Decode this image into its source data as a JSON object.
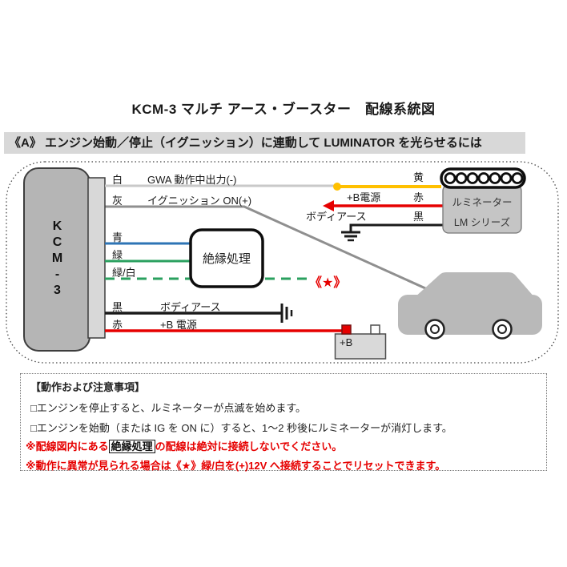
{
  "page": {
    "title": "KCM-3 マルチ アース・ブースター　配線系統図",
    "section_header": "《A》 エンジン始動／停止（イグニッション）に連動して LUMINATOR を光らせるには"
  },
  "diagram": {
    "unit_label": "KCM-3",
    "insulation_label": "絶縁処理",
    "star_mark": "《★》",
    "battery_label": "+B",
    "luminator": {
      "name": "ルミネーター",
      "series": "LM シリーズ"
    },
    "wires": {
      "white": {
        "label": "白",
        "desc": "GWA 動作中出力(-)"
      },
      "gray": {
        "label": "灰",
        "desc": "イグニッション ON(+)"
      },
      "blue": {
        "label": "青"
      },
      "green": {
        "label": "緑"
      },
      "green_white": {
        "label": "緑/白"
      },
      "black": {
        "label": "黒",
        "desc": "ボディアース"
      },
      "red": {
        "label": "赤",
        "desc": "+B 電源"
      },
      "lum_yellow": {
        "label": "黄"
      },
      "lum_red": {
        "label": "赤",
        "desc": "+B電源"
      },
      "lum_black": {
        "label": "黒",
        "desc": "ボディアース"
      }
    },
    "colors": {
      "red": "#e60000",
      "yellow": "#ffc000",
      "blue": "#2e74b5",
      "green": "#2aa05f",
      "gray": "#8f8f8f",
      "white_wire": "#c9c9c9",
      "black": "#1a1a1a"
    }
  },
  "notes": {
    "heading": "【動作および注意事項】",
    "items": [
      "□エンジンを停止すると、ルミネーターが点滅を始めます。",
      "□エンジンを始動（または IG を ON に）すると、1～2 秒後にルミネーターが消灯します。"
    ],
    "warning1_prefix": "※配線図内にある",
    "warning1_boxed": "絶縁処理",
    "warning1_suffix": "の配線は絶対に接続しないでください。",
    "warning2": "※動作に異常が見られる場合は《★》緑/白を(+)12V へ接続することでリセットできます。"
  }
}
